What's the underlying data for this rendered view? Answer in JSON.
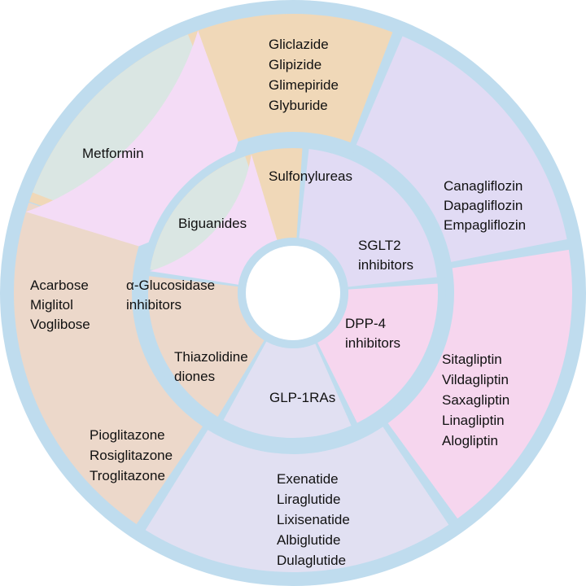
{
  "colors": {
    "ring": "#bfdcee",
    "center": "#ffffff"
  },
  "classes": [
    {
      "key": "sulfonylureas",
      "label": [
        "Sulfonylureas"
      ],
      "drugs": [
        "Gliclazide",
        "Glipizide",
        "Glimepiride",
        "Glyburide"
      ],
      "color": "#f0d8b8"
    },
    {
      "key": "sglt2",
      "label": [
        "SGLT2",
        "inhibitors"
      ],
      "drugs": [
        "Canagliflozin",
        "Dapagliflozin",
        "Empagliflozin"
      ],
      "color": "#e1dbf4"
    },
    {
      "key": "dpp4",
      "label": [
        "DPP-4",
        "inhibitors"
      ],
      "drugs": [
        "Sitagliptin",
        "Vildagliptin",
        "Saxagliptin",
        "Linagliptin",
        "Alogliptin"
      ],
      "color": "#f6d6ee"
    },
    {
      "key": "glp1",
      "label": [
        "GLP-1RAs"
      ],
      "drugs": [
        "Exenatide",
        "Liraglutide",
        "Lixisenatide",
        "Albiglutide",
        "Dulaglutide"
      ],
      "color": "#e1e0f2"
    },
    {
      "key": "tzd",
      "label": [
        "Thiazolidine",
        "diones"
      ],
      "drugs": [
        "Pioglitazone",
        "Rosiglitazone",
        "Troglitazone"
      ],
      "color": "#ecd8ca"
    },
    {
      "key": "agi",
      "label": [
        "α-Glucosidase",
        "inhibitors"
      ],
      "drugs": [
        "Acarbose",
        "Miglitol",
        "Voglibose"
      ],
      "color": "#dae6e3"
    },
    {
      "key": "biguanides",
      "label": [
        "Biguanides"
      ],
      "drugs": [
        "Metformin"
      ],
      "color": "#f4dcf6"
    }
  ]
}
